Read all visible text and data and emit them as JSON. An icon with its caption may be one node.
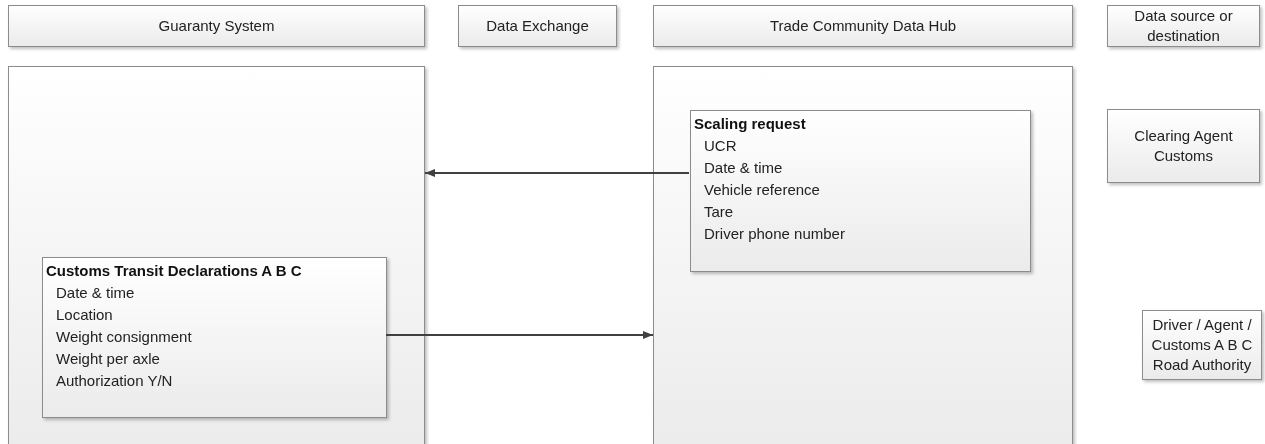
{
  "diagram": {
    "nodes": [
      {
        "text": [
          "Guaranty System"
        ]
      },
      {
        "text": [
          "Data Exchange"
        ]
      },
      {
        "text": [
          "Trade Community Data Hub"
        ]
      },
      {
        "text": [
          "Data source or destination"
        ]
      },
      {
        "text": [],
        "shape": "box"
      },
      {
        "text": [],
        "shape": "box"
      },
      {
        "text": [
          "Scaling request",
          "UCR",
          "Date & time",
          "Vehicle reference",
          "Tare",
          "Driver phone number"
        ],
        "in": 5
      },
      {
        "text": [
          "Clearing Agent Customs"
        ]
      },
      {
        "text": [
          "Customs Transit Declarations A B C",
          "Date & time",
          "Location",
          "Weight consignment",
          "Weight per axle",
          "Authorization Y/N"
        ],
        "in": 4
      },
      {
        "text": [
          "Driver / Agent / Customs A B C Road Authority"
        ]
      }
    ],
    "edges": [
      {
        "from": 6,
        "to": 4,
        "arrow": "to"
      },
      {
        "from": 8,
        "to": 5,
        "arrow": "to"
      }
    ]
  }
}
